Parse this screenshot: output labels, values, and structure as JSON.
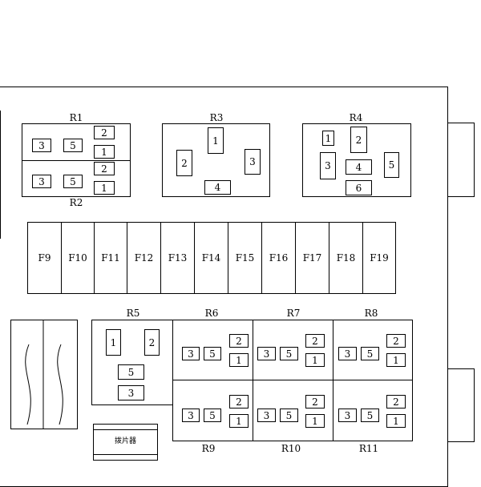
{
  "relays": {
    "r1": {
      "name": "R1",
      "pins": [
        "3",
        "5",
        "2",
        "1"
      ]
    },
    "r2": {
      "name": "R2",
      "pins": [
        "3",
        "5",
        "2",
        "1"
      ]
    },
    "r3": {
      "name": "R3",
      "pins": [
        "1",
        "2",
        "3",
        "4"
      ]
    },
    "r4": {
      "name": "R4",
      "pins": [
        "1",
        "2",
        "3",
        "4",
        "5",
        "6"
      ]
    },
    "r5": {
      "name": "R5",
      "pins": [
        "1",
        "2",
        "5",
        "3"
      ]
    },
    "r6": {
      "name": "R6",
      "pins": [
        "3",
        "5",
        "2",
        "1"
      ]
    },
    "r7": {
      "name": "R7",
      "pins": [
        "3",
        "5",
        "2",
        "1"
      ]
    },
    "r8": {
      "name": "R8",
      "pins": [
        "3",
        "5",
        "2",
        "1"
      ]
    },
    "r9": {
      "name": "R9",
      "pins": [
        "3",
        "5",
        "2",
        "1"
      ]
    },
    "r10": {
      "name": "R10",
      "pins": [
        "3",
        "5",
        "2",
        "1"
      ]
    },
    "r11": {
      "name": "R11",
      "pins": [
        "3",
        "5",
        "2",
        "1"
      ]
    }
  },
  "fuses": [
    "F9",
    "F10",
    "F11",
    "F12",
    "F13",
    "F14",
    "F15",
    "F16",
    "F17",
    "F18",
    "F19"
  ],
  "component_label": "拨片器"
}
